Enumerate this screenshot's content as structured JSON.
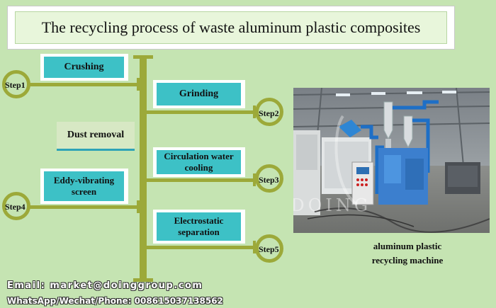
{
  "title": "The recycling process of waste aluminum plastic composites",
  "steps": [
    {
      "label": "Step1",
      "box": "Crushing"
    },
    {
      "label": "Step2",
      "box": "Grinding"
    },
    {
      "label": "Step3",
      "box": "Circulation water cooling"
    },
    {
      "label": "Step4",
      "box": "Eddy-vibrating screen"
    },
    {
      "label": "Step5",
      "box": "Electrostatic separation"
    }
  ],
  "dust_removal": "Dust  removal",
  "photo": {
    "watermark": "DOING",
    "caption_line1": "aluminum plastic",
    "caption_line2": "recycling machine"
  },
  "contact": {
    "email": "Email: market@doinggroup.com",
    "phone": "WhatsApp/Wechat/Phone: 008615037138562"
  },
  "colors": {
    "background": "#c5e4b2",
    "connector": "#9ca939",
    "step_box": "#3dc1c6"
  }
}
